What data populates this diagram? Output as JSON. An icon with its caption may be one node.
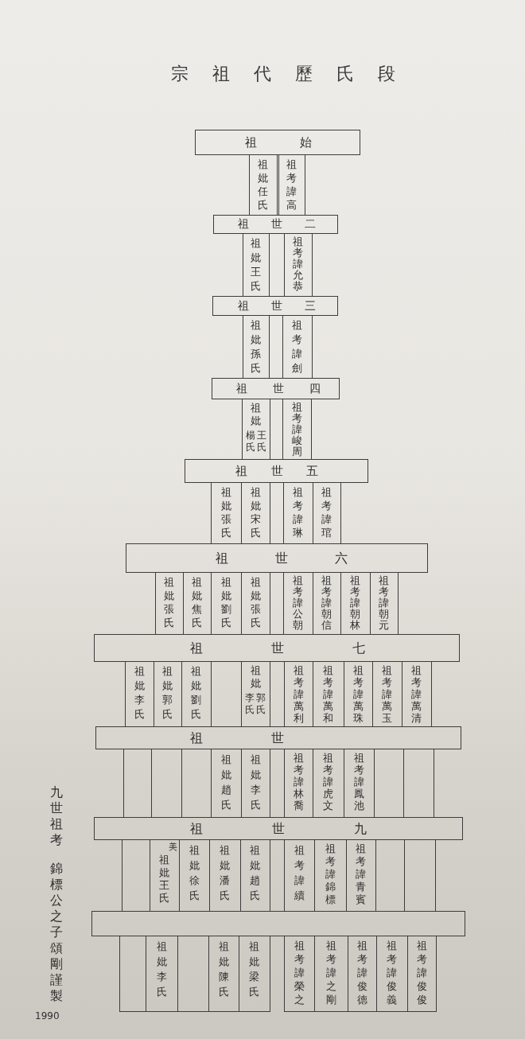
{
  "diagram": {
    "title": "宗祖代歷氏段",
    "nodes": [
      {
        "text": [
          "祖始"
        ]
      },
      {
        "text": [
          "祖妣任氏"
        ]
      },
      {
        "text": [
          "祖考諱高"
        ]
      },
      {
        "text": [
          "祖世二"
        ]
      },
      {
        "text": [
          "祖妣王氏"
        ]
      },
      {
        "text": [
          "祖考諱允恭"
        ]
      },
      {
        "text": [
          "祖世三"
        ]
      },
      {
        "text": [
          "祖妣孫氏"
        ]
      },
      {
        "text": [
          "祖考諱劍"
        ]
      },
      {
        "text": [
          "祖世四"
        ]
      },
      {
        "text": [
          "祖妣",
          "楊氏",
          "王氏"
        ]
      },
      {
        "text": [
          "祖考諱峻周"
        ]
      },
      {
        "text": [
          "祖世五"
        ]
      },
      {
        "text": [
          "祖妣張氏"
        ]
      },
      {
        "text": [
          "祖妣宋氏"
        ]
      },
      {
        "text": [
          "祖考諱琳"
        ]
      },
      {
        "text": [
          "祖考諱琯"
        ]
      },
      {
        "text": [
          "祖世六"
        ]
      },
      {
        "text": [
          "祖妣張氏"
        ]
      },
      {
        "text": [
          "祖妣焦氏"
        ]
      },
      {
        "text": [
          "祖妣劉氏"
        ]
      },
      {
        "text": [
          "祖妣張氏"
        ]
      },
      {
        "text": [
          "祖考諱公朝"
        ]
      },
      {
        "text": [
          "祖考諱朝信"
        ]
      },
      {
        "text": [
          "祖考諱朝林"
        ]
      },
      {
        "text": [
          "祖考諱朝元"
        ]
      },
      {
        "text": [
          "祖世七"
        ]
      },
      {
        "text": [
          "祖妣李氏"
        ]
      },
      {
        "text": [
          "祖妣郭氏"
        ]
      },
      {
        "text": [
          "祖妣劉氏"
        ]
      },
      {
        "text": [],
        "shape": "box"
      },
      {
        "text": [
          "祖妣",
          "李氏",
          "郭氏"
        ]
      },
      {
        "text": [
          "祖考諱萬利"
        ]
      },
      {
        "text": [
          "祖考諱萬和"
        ]
      },
      {
        "text": [
          "祖考諱萬珠"
        ]
      },
      {
        "text": [
          "祖考諱萬玉"
        ]
      },
      {
        "text": [
          "祖考諱萬清"
        ]
      },
      {
        "text": [
          "祖世"
        ]
      },
      {
        "text": [],
        "shape": "box"
      },
      {
        "text": [],
        "shape": "box"
      },
      {
        "text": [],
        "shape": "box"
      },
      {
        "text": [
          "祖妣趙氏"
        ]
      },
      {
        "text": [
          "祖妣李氏"
        ]
      },
      {
        "text": [
          "祖考諱林喬"
        ]
      },
      {
        "text": [
          "祖考諱虎文"
        ]
      },
      {
        "text": [
          "祖考諱鳳池"
        ]
      },
      {
        "text": [],
        "shape": "box"
      },
      {
        "text": [],
        "shape": "box"
      },
      {
        "text": [
          "祖世九"
        ]
      },
      {
        "text": [],
        "shape": "box"
      },
      {
        "text": [
          "美",
          "祖妣王氏"
        ]
      },
      {
        "text": [
          "祖妣徐氏"
        ]
      },
      {
        "text": [
          "祖妣潘氏"
        ]
      },
      {
        "text": [
          "祖妣趙氏"
        ]
      },
      {
        "text": [
          "祖考諱續"
        ]
      },
      {
        "text": [
          "祖考諱錦標"
        ]
      },
      {
        "text": [
          "祖考諱青賓"
        ]
      },
      {
        "text": [],
        "shape": "box"
      },
      {
        "text": [],
        "shape": "box"
      },
      {
        "text": [],
        "shape": "bar"
      },
      {
        "text": [],
        "shape": "box"
      },
      {
        "text": [
          "祖妣李氏"
        ]
      },
      {
        "text": [],
        "shape": "box"
      },
      {
        "text": [
          "祖妣陳氏"
        ]
      },
      {
        "text": [
          "祖妣梁氏"
        ]
      },
      {
        "text": [
          "祖考諱榮之"
        ]
      },
      {
        "text": [
          "祖考諱之剛"
        ]
      },
      {
        "text": [
          "祖考諱俊德"
        ]
      },
      {
        "text": [
          "祖考諱俊義"
        ]
      },
      {
        "text": [
          "祖考諱俊俊"
        ]
      }
    ],
    "labels": [
      "九世祖考",
      "錦標公之子頌剛謹製",
      "1990"
    ]
  }
}
